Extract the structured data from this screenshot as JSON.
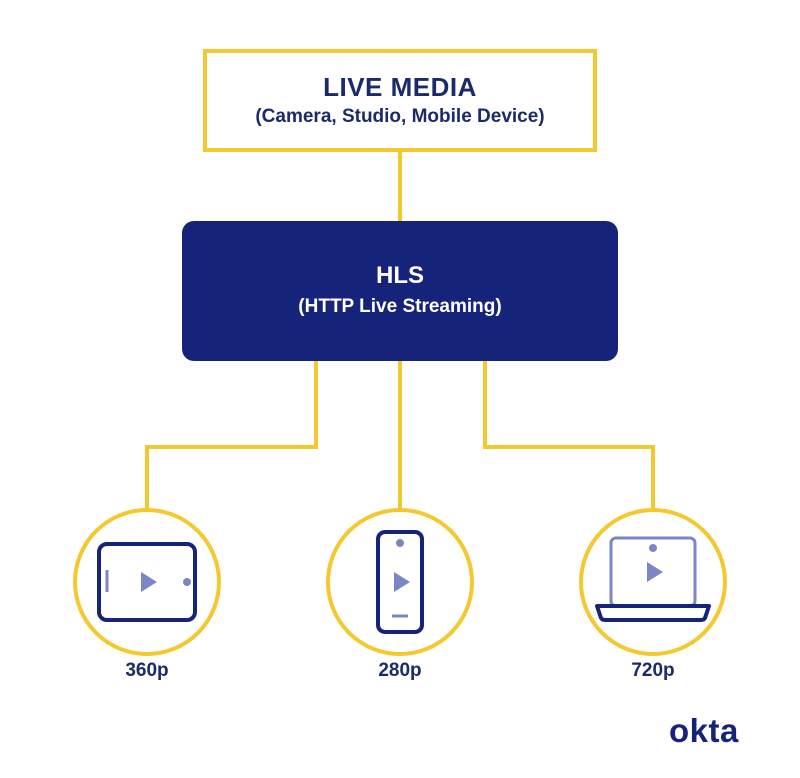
{
  "source": {
    "title": "LIVE MEDIA",
    "subtitle": "(Camera, Studio, Mobile Device)"
  },
  "protocol": {
    "title": "HLS",
    "subtitle": "(HTTP Live Streaming)"
  },
  "outputs": [
    {
      "device": "tablet",
      "resolution": "360p"
    },
    {
      "device": "phone",
      "resolution": "280p"
    },
    {
      "device": "laptop",
      "resolution": "720p"
    }
  ],
  "brand": {
    "logo_text": "okta"
  },
  "colors": {
    "accent_yellow": "#f5c82d",
    "navy": "#16237a",
    "text_navy": "#1b2a6b",
    "icon_light": "#7b86c9"
  }
}
